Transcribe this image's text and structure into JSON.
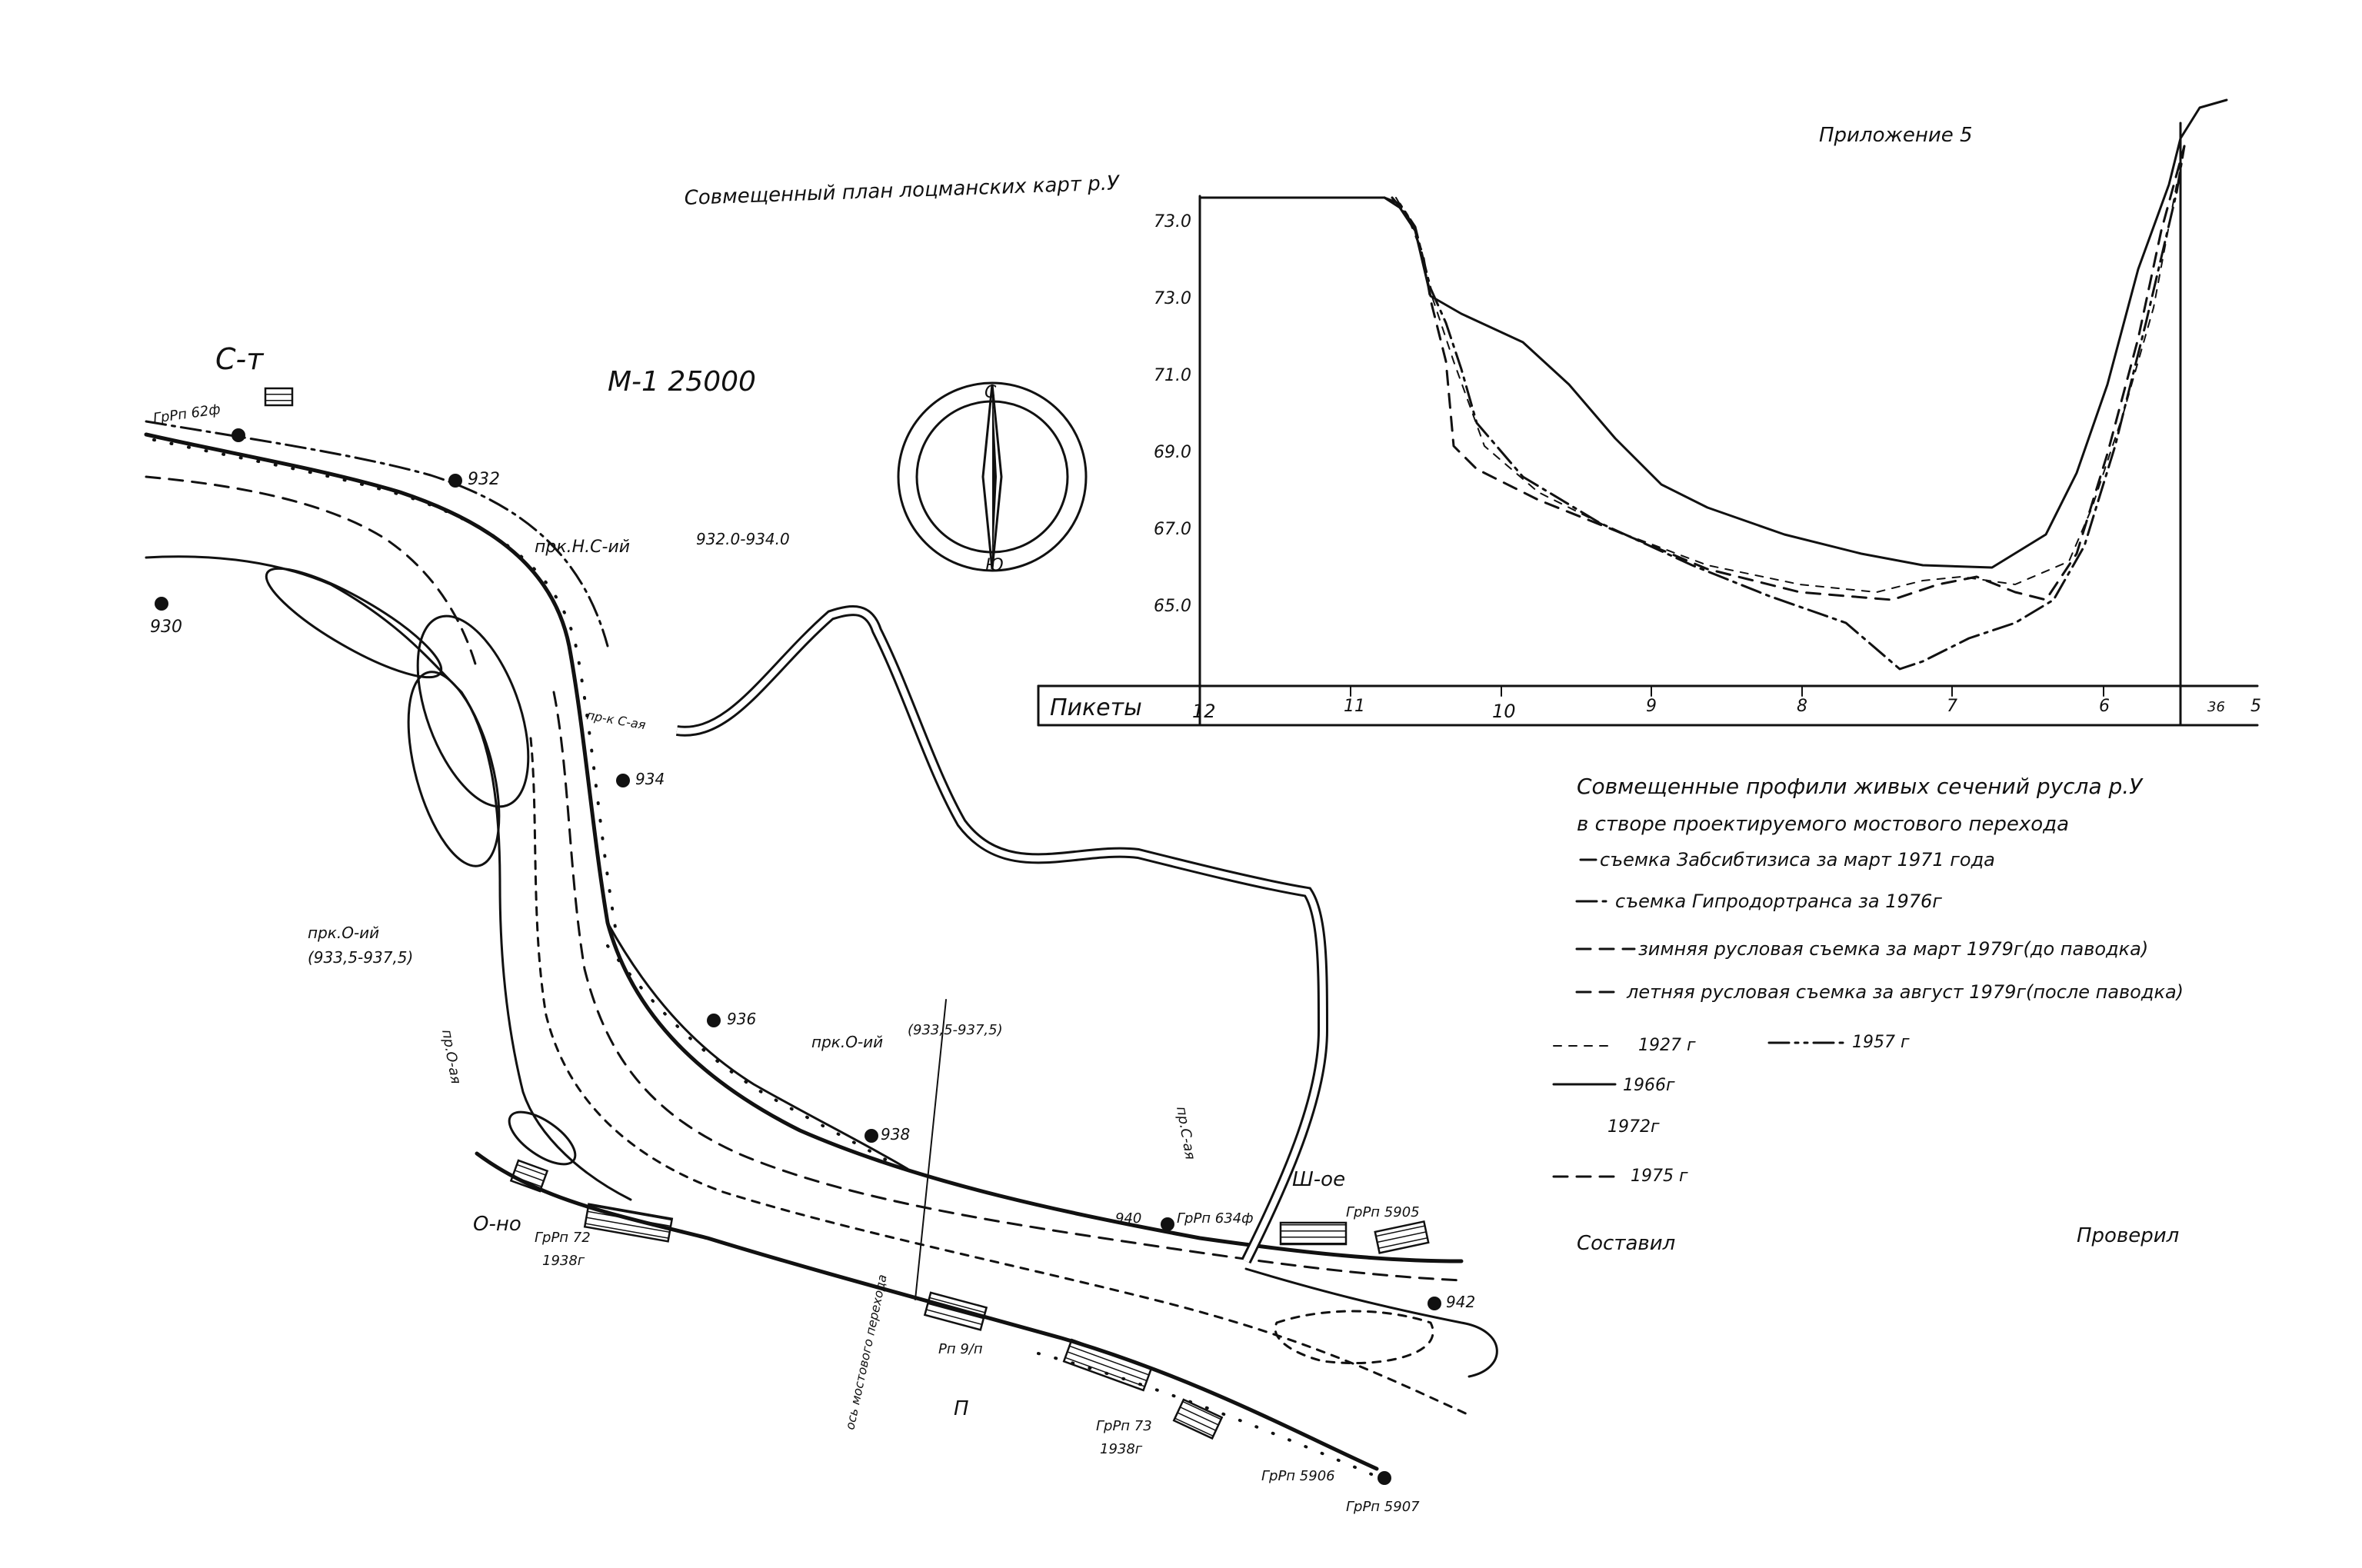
{
  "appendix_label": "Приложение 5",
  "plan_title": "Совмещенный план лоцманских карт р.У",
  "scale": "М-1 25000",
  "compass": {
    "north": "С",
    "south": "Ю"
  },
  "map_labels": {
    "station": "С-т",
    "gauge_top": "ГрРп 62ф",
    "km_932": "932",
    "km_934": "934",
    "km_936": "936",
    "km_938": "938",
    "km_940": "940",
    "km_942": "942",
    "km_930": "930",
    "reach_upper": "прк.Н.С-ий",
    "reach_upper_km": "932.0-934.0",
    "side_channel_1": "пр-к С-ая",
    "reach_mid": "прк.О-ий",
    "reach_mid_km": "(933,5-937,5)",
    "channel_left": "пр.О-ая",
    "reach_lower": "прк.О-ий",
    "reach_lower_km": "(933,5-937,5)",
    "side_channel_2": "пр.С-ая",
    "village_left": "О-но",
    "gauge_72": "ГрРп 72",
    "gauge_72_year": "1938г",
    "bridge_axis": "ось мостового перехода",
    "gauge_rp": "Рп 9/п",
    "village_bottom": "П",
    "gauge_73": "ГрРп 73",
    "gauge_73_year": "1938г",
    "gauge_5906": "ГрРп 5906",
    "gauge_5907": "ГрРп 5907",
    "gauge_634": "ГрРп 634ф",
    "village_right": "Ш-ое",
    "gauge_5905": "ГрРп 5905"
  },
  "profile": {
    "axis_label": "Пикеты",
    "pickets": [
      "12",
      "11",
      "10",
      "9",
      "8",
      "7",
      "6",
      "36",
      "5"
    ],
    "y_labels": [
      "73.0",
      "73.0",
      "71.0",
      "69.0",
      "67.0",
      "65.0"
    ]
  },
  "legend": {
    "title_1": "Совмещенные профили живых сечений русла р.У",
    "title_2": "в створе проектируемого мостового перехода",
    "items": [
      "съемка Забсибтизиса за март 1971 года",
      "съемка Гипродортранса за 1976г",
      "зимняя русловая съемка за март 1979г(до паводка)",
      "летняя русловая съемка за август 1979г(после паводка)"
    ],
    "year_1927": "1927 г",
    "year_1957": "1957 г",
    "year_1966": "1966г",
    "year_1972": "1972г",
    "year_1975": "1975 г"
  },
  "signatures": {
    "compiled": "Составил",
    "checked": "Проверил"
  }
}
